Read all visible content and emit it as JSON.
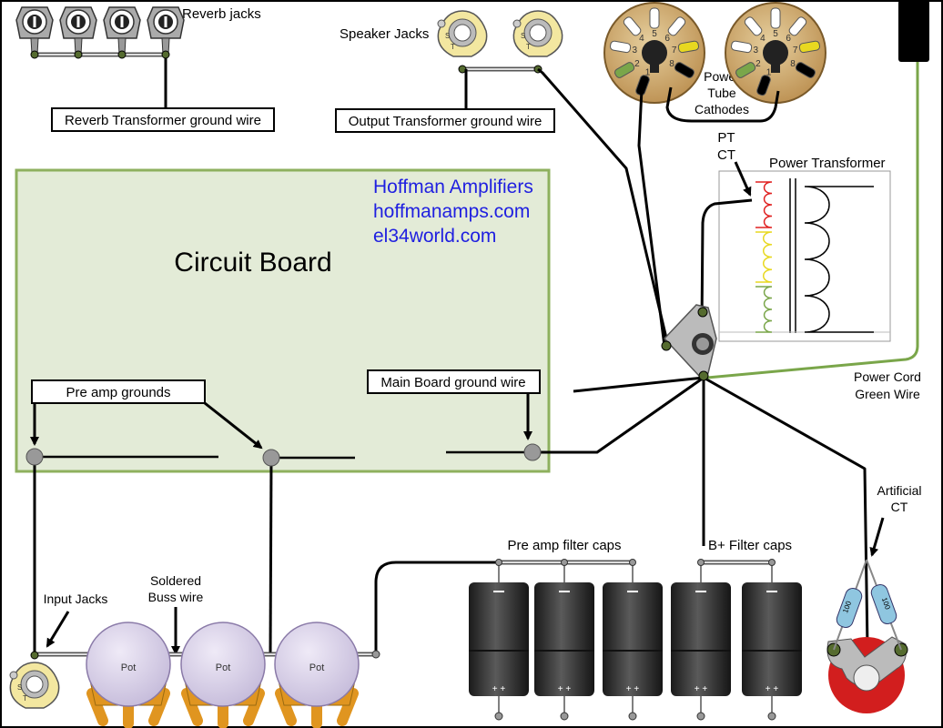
{
  "labels": {
    "reverb_jacks": "Reverb jacks",
    "speaker_jacks": "Speaker Jacks",
    "reverb_transformer_ground": "Reverb Transformer ground wire",
    "output_transformer_ground": "Output Transformer ground wire",
    "power_tube_cathodes": [
      "Power",
      "Tube",
      "Cathodes"
    ],
    "pt_ct": [
      "PT",
      "CT"
    ],
    "power_transformer": "Power Transformer",
    "circuit_board": "Circuit Board",
    "pre_amp_grounds": "Pre amp grounds",
    "main_board_ground": "Main Board ground wire",
    "power_cord": [
      "Power Cord",
      "Green Wire"
    ],
    "artificial_ct": [
      "Artificial",
      "CT"
    ],
    "input_jacks": "Input Jacks",
    "soldered_buss": [
      "Soldered",
      "Buss wire"
    ],
    "pre_amp_filter_caps": "Pre amp filter caps",
    "b_plus_filter_caps": "B+ Filter caps",
    "pot": "Pot",
    "cap_polarity": "+ +",
    "resistor_value": "100"
  },
  "branding": {
    "line1": "Hoffman Amplifiers",
    "line2": "hoffmanamps.com",
    "line3": "el34world.com"
  },
  "tube_pins": [
    "1",
    "2",
    "3",
    "4",
    "5",
    "6",
    "7",
    "8"
  ],
  "jack_letters": [
    "S",
    "T"
  ],
  "colors": {
    "board_fill": "#e3ebd7",
    "board_border": "#8eb05e",
    "brand_blue": "#1f1fe0",
    "green_wire": "#7aa64a",
    "socket_tan": "#c9a46a",
    "jack_yellow": "#f3e7a0",
    "cap_dark": "#2a2a2a",
    "pot_purple": "#d9d1e8",
    "pot_orange": "#e09520",
    "red_mount": "#d21e1e"
  }
}
